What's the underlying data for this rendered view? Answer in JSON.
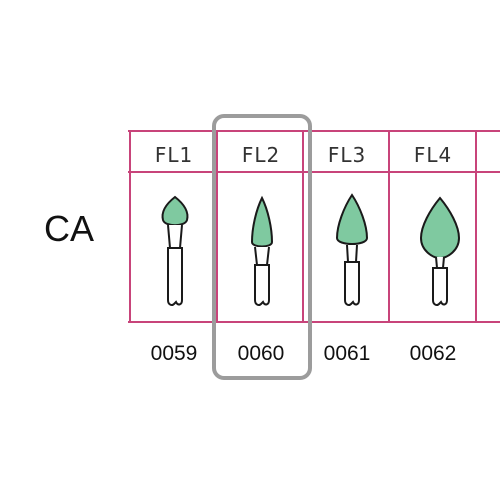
{
  "row_label": "CA",
  "columns": [
    {
      "name": "FL1",
      "code": "0059",
      "shape": "flame-small"
    },
    {
      "name": "FL2",
      "code": "0060",
      "shape": "flame-narrow"
    },
    {
      "name": "FL3",
      "code": "0061",
      "shape": "flame-medium"
    },
    {
      "name": "FL4",
      "code": "0062",
      "shape": "flame-large"
    }
  ],
  "selected_column": "FL2",
  "colors": {
    "grid_line": "#c8447a",
    "tip_fill": "#7fc9a0",
    "outline": "#1a1a1a",
    "selection": "#9c9c9c"
  }
}
